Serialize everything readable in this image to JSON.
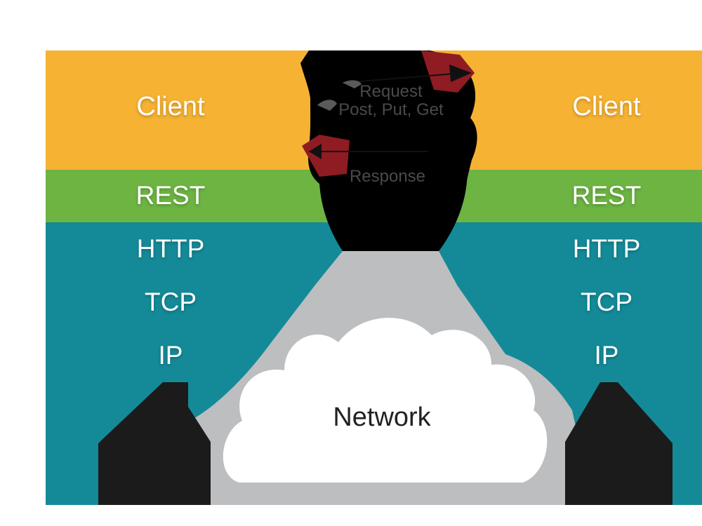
{
  "colors": {
    "client_band": "#F6B233",
    "rest_band": "#6DB443",
    "transport_band": "#148A98",
    "network_halo": "#BDBEC0",
    "cloud": "#FFFFFF",
    "channel": "#000000",
    "arrow_accent": "#8E1C22",
    "host_shape": "#1B1B1B"
  },
  "left_stack": {
    "client": "Client",
    "rest": "REST",
    "http": "HTTP",
    "tcp": "TCP",
    "ip": "IP"
  },
  "right_stack": {
    "client": "Client",
    "rest": "REST",
    "http": "HTTP",
    "tcp": "TCP",
    "ip": "IP"
  },
  "channel": {
    "request_title": "Request",
    "request_methods": "Post, Put, Get",
    "response": "Response"
  },
  "network": {
    "label": "Network"
  }
}
